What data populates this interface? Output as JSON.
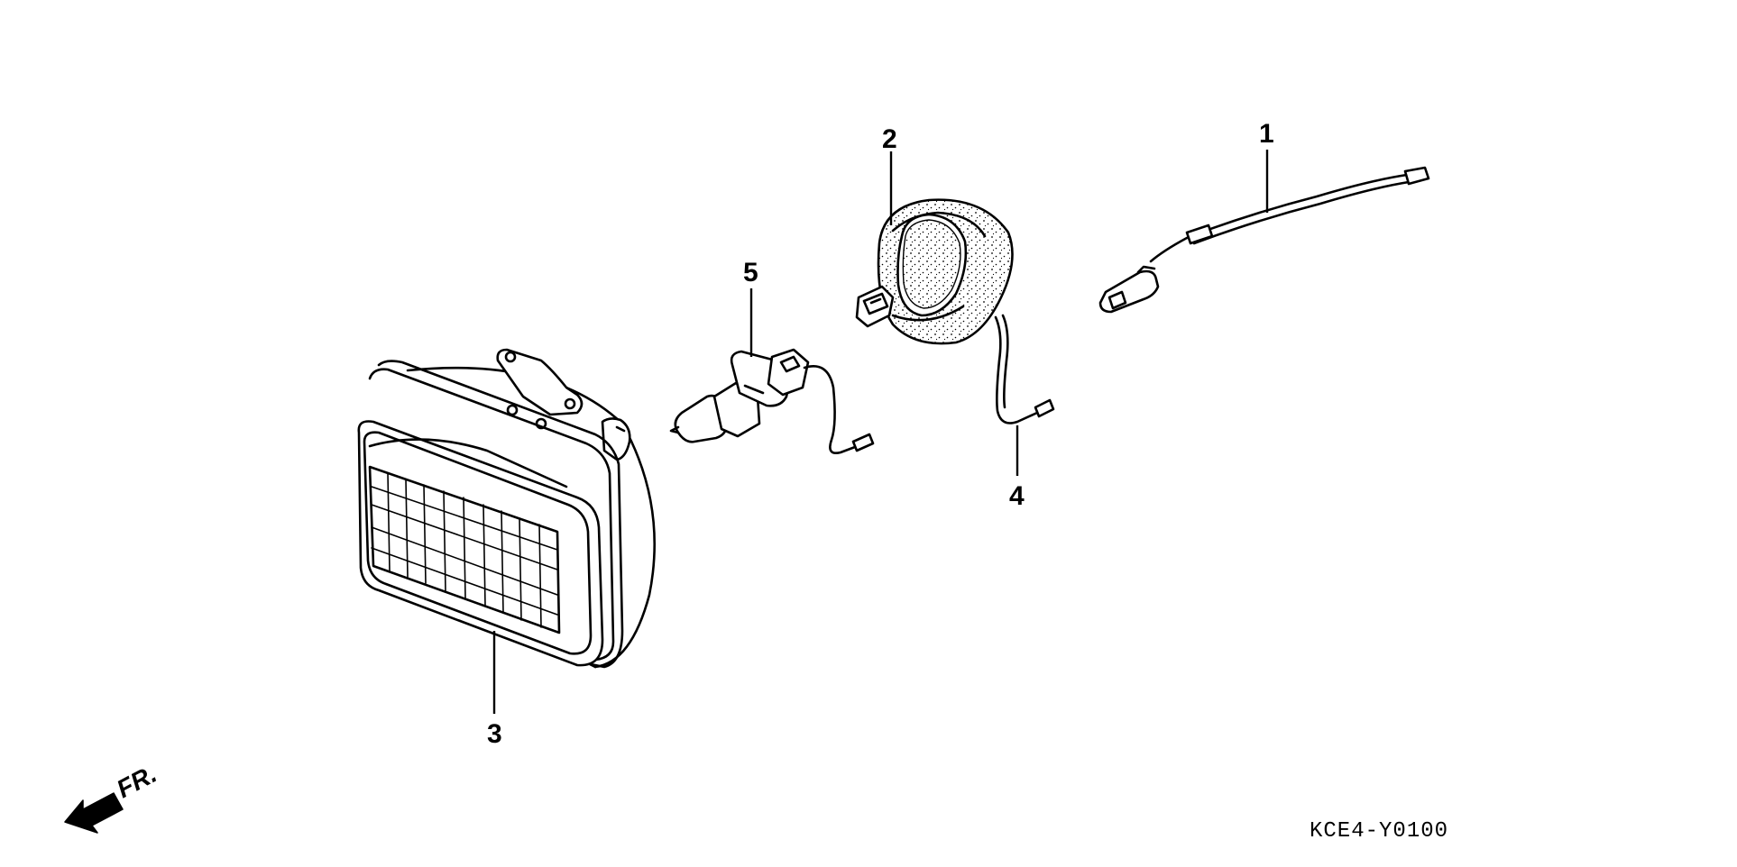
{
  "diagram": {
    "parts": [
      {
        "id": "wire-harness",
        "callout": "1",
        "icon": "wire-harness-icon"
      },
      {
        "id": "headlight-socket",
        "callout": "2",
        "icon": "socket-cover-icon"
      },
      {
        "id": "headlight-unit",
        "callout": "3",
        "icon": "headlight-icon"
      },
      {
        "id": "ground-wire",
        "callout": "4",
        "icon": "ground-wire-icon"
      },
      {
        "id": "headlight-bulb",
        "callout": "5",
        "icon": "bulb-icon"
      }
    ],
    "direction_label": "FR.",
    "direction_icon": "front-arrow-icon",
    "reference_code": "KCE4-Y0100"
  }
}
